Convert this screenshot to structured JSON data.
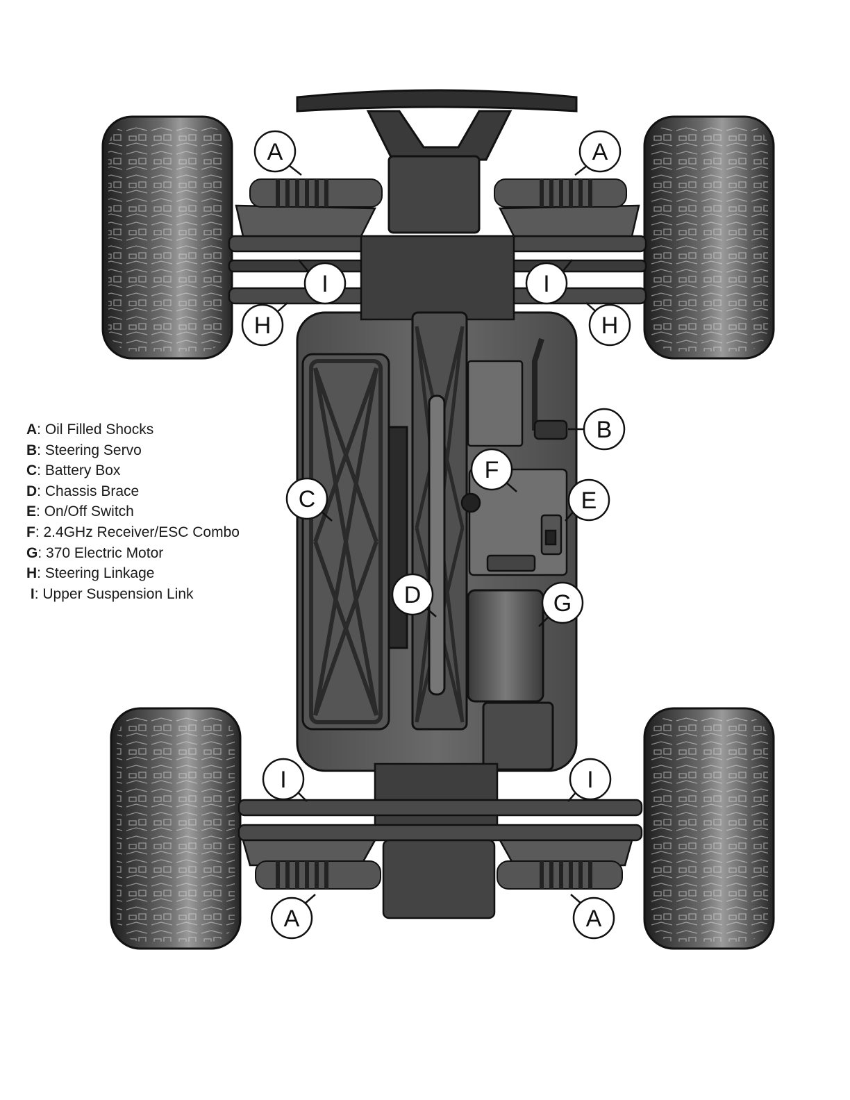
{
  "legend": [
    {
      "letter": "A",
      "label": "Oil Filled Shocks"
    },
    {
      "letter": "B",
      "label": "Steering Servo"
    },
    {
      "letter": "C",
      "label": "Battery Box"
    },
    {
      "letter": "D",
      "label": "Chassis Brace"
    },
    {
      "letter": "E",
      "label": "On/Off Switch"
    },
    {
      "letter": "F",
      "label": "2.4GHz Receiver/ESC Combo"
    },
    {
      "letter": "G",
      "label": "370 Electric Motor"
    },
    {
      "letter": "H",
      "label": "Steering Linkage"
    },
    {
      "letter": "I",
      "label": "Upper Suspension Link"
    }
  ],
  "callouts": {
    "a1": "A",
    "a2": "A",
    "a3": "A",
    "a4": "A",
    "b": "B",
    "c": "C",
    "d": "D",
    "e": "E",
    "f": "F",
    "g": "G",
    "h1": "H",
    "h2": "H",
    "i1": "I",
    "i2": "I",
    "i3": "I",
    "i4": "I"
  },
  "colors": {
    "chassis": "#555555",
    "chassis_dark": "#2e2e2e",
    "tire": "#3a3a3a",
    "tire_highlight": "#8a8a8a",
    "callout_stroke": "#111111"
  }
}
